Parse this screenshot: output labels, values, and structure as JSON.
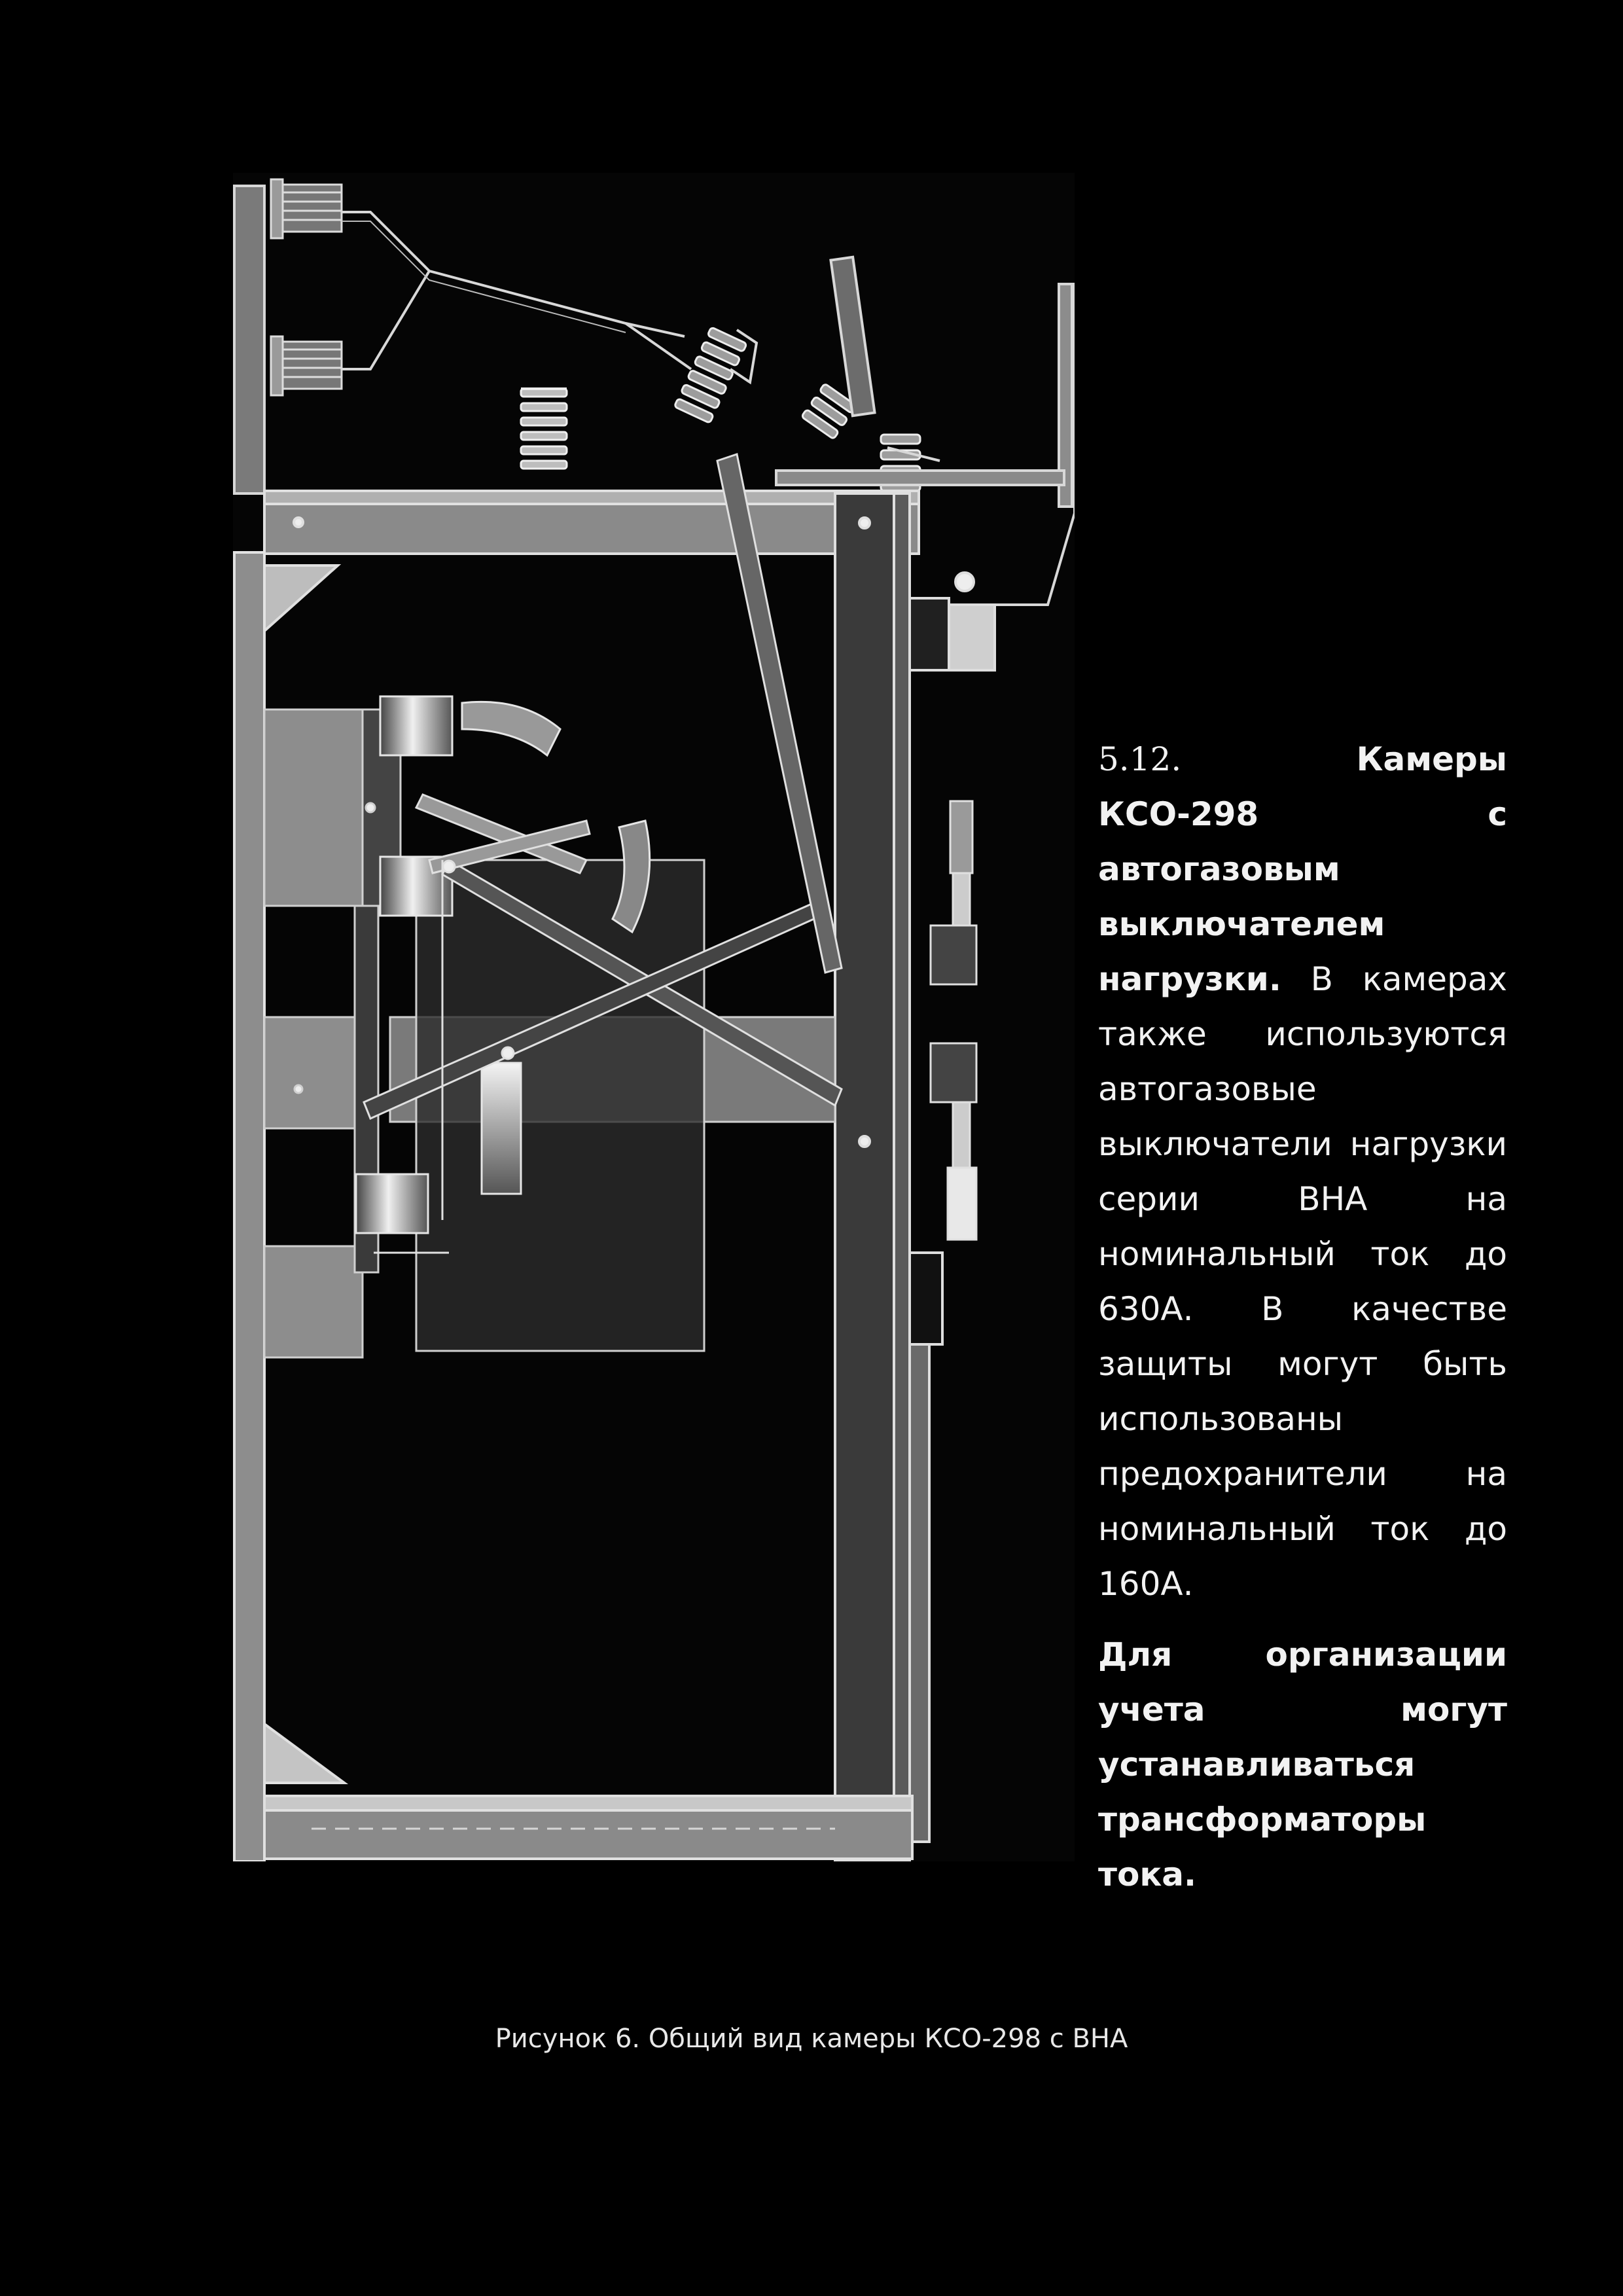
{
  "section": {
    "number": "5.12.",
    "heading": "Камеры КСО-298 с автогазовым выключателем нагрузки.",
    "body": "В камерах также используются автогазовые выключатели нагрузки серии ВНА на номинальный ток до 630А. В качестве защиты могут быть использованы предохранители на номинальный ток до 160А.",
    "note": "Для организации учета могут устанавливаться трансформаторы тока."
  },
  "figure": {
    "caption": "Рисунок 6. Общий вид камеры КСО-298 с ВНА"
  },
  "colors": {
    "background": "#000000",
    "line": "#e6e6e6",
    "panel_fill": "#8a8a8a"
  }
}
